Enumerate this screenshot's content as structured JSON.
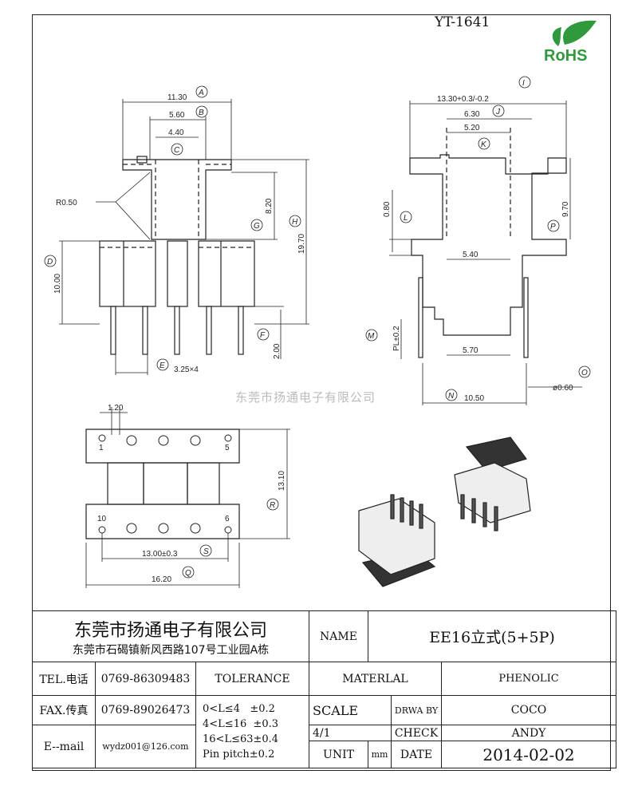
{
  "part_number": "YT-1641",
  "logo_text": "RoHS",
  "watermark": "东莞市扬通电子有限公司",
  "front_view": {
    "A": "11.30",
    "B": "5.60",
    "C": "4.40",
    "radius": "R0.50",
    "G": "8.20",
    "H": "19.70",
    "D": "10.00",
    "F": "2.00",
    "E": "3.25×4",
    "tags": [
      "A",
      "B",
      "C",
      "G",
      "H",
      "D",
      "F",
      "E"
    ]
  },
  "side_view": {
    "I": "13.30+0.3/-0.2",
    "J": "6.30",
    "K": "5.20",
    "L": "0.80",
    "P": "9.70",
    "inner": "5.40",
    "M": "PL±0.2",
    "bottom": "5.70",
    "N": "10.50",
    "O": "ø0.60",
    "tags": [
      "I",
      "J",
      "K",
      "L",
      "P",
      "M",
      "N",
      "O"
    ]
  },
  "bottom_view": {
    "top": "1.20",
    "R": "13.10",
    "S": "13.00±0.3",
    "Q": "16.20",
    "pins": [
      "1",
      "5",
      "10",
      "6"
    ],
    "tags": [
      "R",
      "S",
      "Q"
    ]
  },
  "title_block": {
    "company": "东莞市扬通电子有限公司",
    "address": "东莞市石碣镇新风西路107号工业园A栋",
    "name_label": "NAME",
    "name_value": "EE16立式(5+5P)",
    "tel_label": "TEL.电话",
    "tel": "0769-86309483",
    "fax_label": "FAX.传真",
    "fax": "0769-89026473",
    "email_label": "E--mail",
    "email": "wydz001@126.com",
    "tolerance_label": "TOLERANCE",
    "tolerances": [
      "0<L≤4   ±0.2",
      "4<L≤16  ±0.3",
      "16<L≤63±0.4",
      "Pin pitch±0.2"
    ],
    "material_label": "MATERLAL",
    "material": "PHENOLIC",
    "scale_label": "SCALE",
    "scale": "4/1",
    "drawn_label": "DRWA BY",
    "drawn": "COCO",
    "check_label": "CHECK",
    "check": "ANDY",
    "unit_label": "UNIT",
    "unit": "mm",
    "date_label": "DATE",
    "date": "2014-02-02"
  }
}
